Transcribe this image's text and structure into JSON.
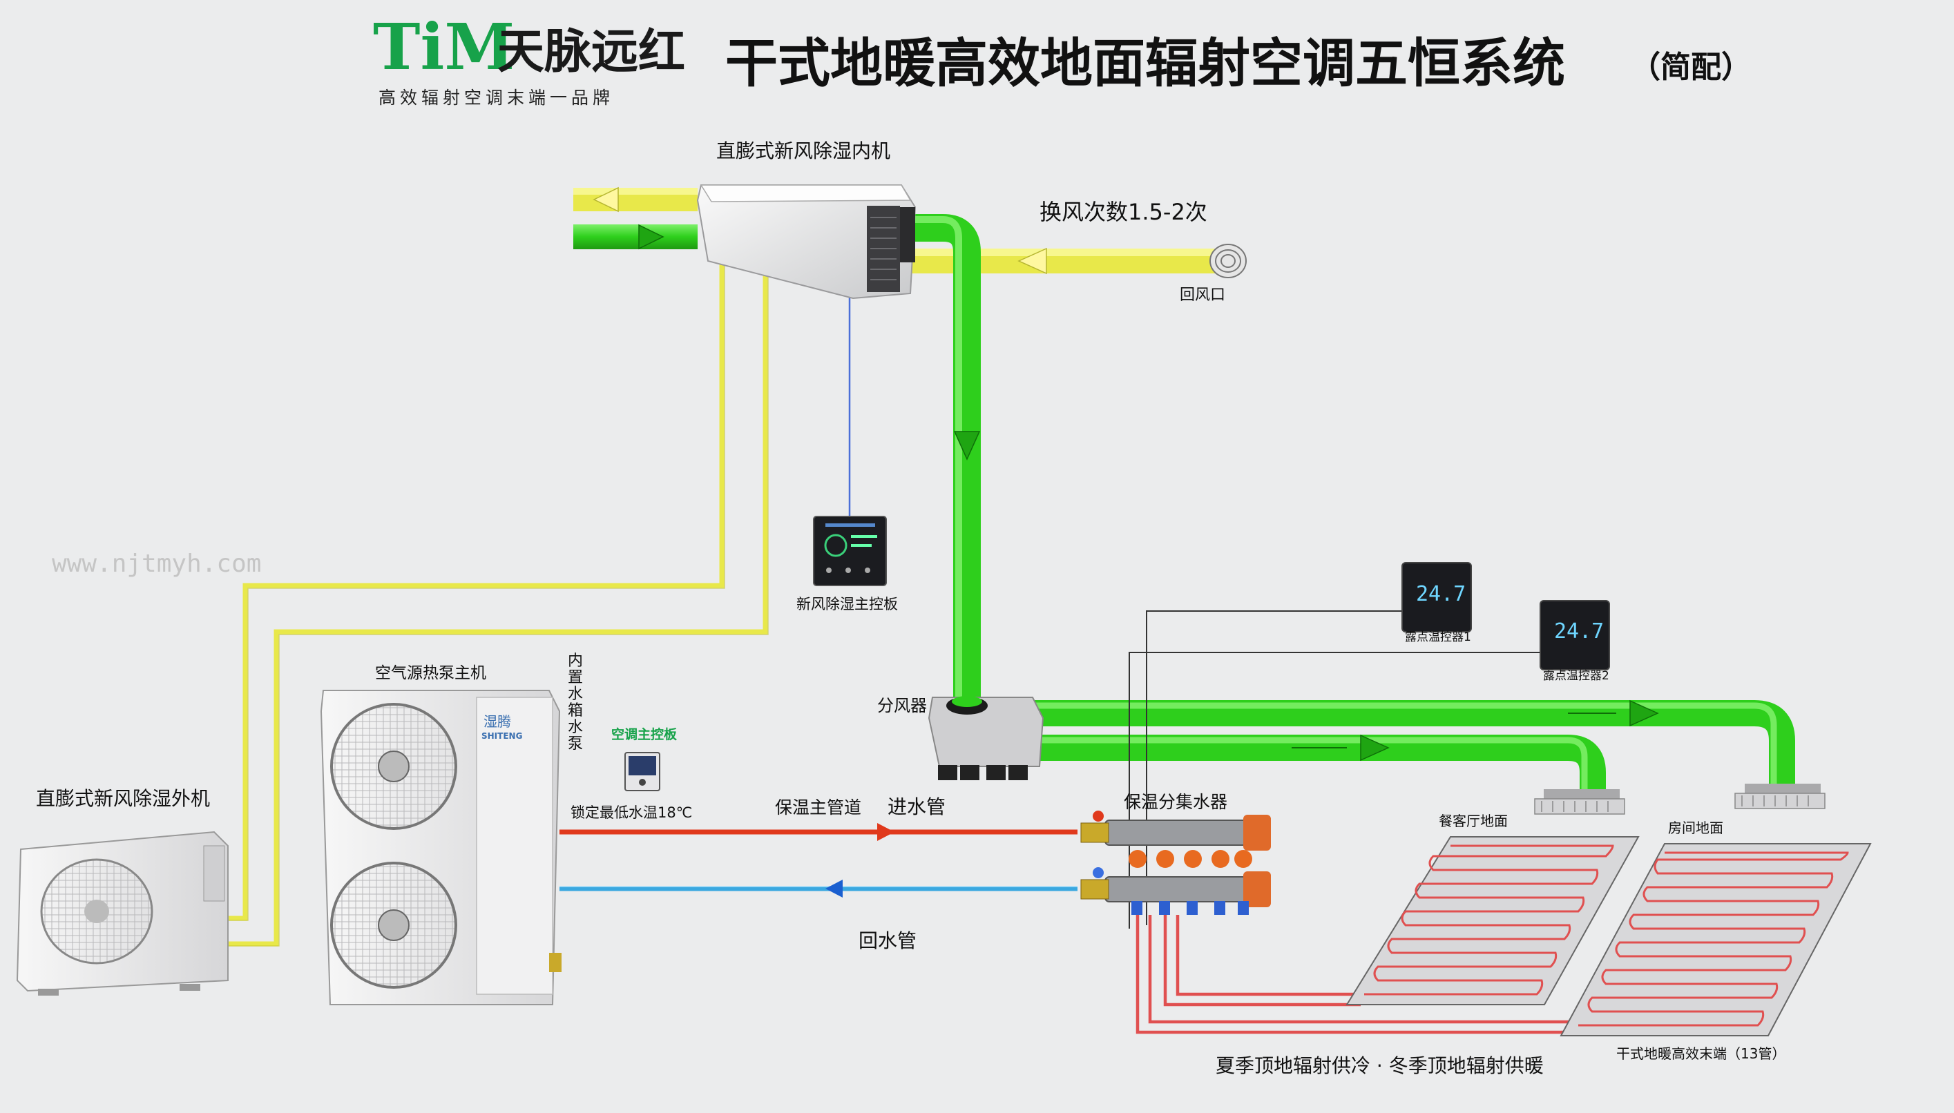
{
  "brand": {
    "logo_latin": "TiM",
    "logo_cn": "天脉远红",
    "slogan": "高效辐射空调末端一品牌"
  },
  "title": {
    "main": "干式地暖高效地面辐射空调五恒系统",
    "suffix": "（简配）"
  },
  "watermark": "www.njtmyh.com",
  "labels": {
    "indoor_unit": "直膨式新风除湿内机",
    "air_change": "换风次数1.5-2次",
    "return_vent": "回风口",
    "fresh_air_panel": "新风除湿主控板",
    "heat_pump": "空气源热泵主机",
    "inner_tank": [
      "内",
      "置",
      "水",
      "箱",
      "水",
      "泵"
    ],
    "ac_panel": "空调主控板",
    "outdoor_unit": "直膨式新风除湿外机",
    "min_temp": "锁定最低水温18℃",
    "main_pipe": "保温主管道",
    "inlet_pipe": "进水管",
    "return_pipe": "回水管",
    "manifold": "保温分集水器",
    "air_divider": "分风器",
    "dew1": "露点温控器1",
    "dew2": "露点温控器2",
    "dining_floor": "餐客厅地面",
    "room_floor": "房间地面",
    "terminal": "干式地暖高效末端（13管）",
    "season": "夏季顶地辐射供冷 · 冬季顶地辐射供暖"
  },
  "devices": {
    "heat_pump_brand_cn": "湿腾",
    "heat_pump_brand_en": "SHITENG",
    "thermostat_reading": "24.7"
  },
  "colors": {
    "green_duct": "#2ecf1c",
    "yellow_duct": "#e8e84a",
    "supply_red": "#e0391c",
    "return_blue": "#3aa8e0",
    "floor_coil": "#e05050",
    "brand_green": "#17a24a"
  }
}
